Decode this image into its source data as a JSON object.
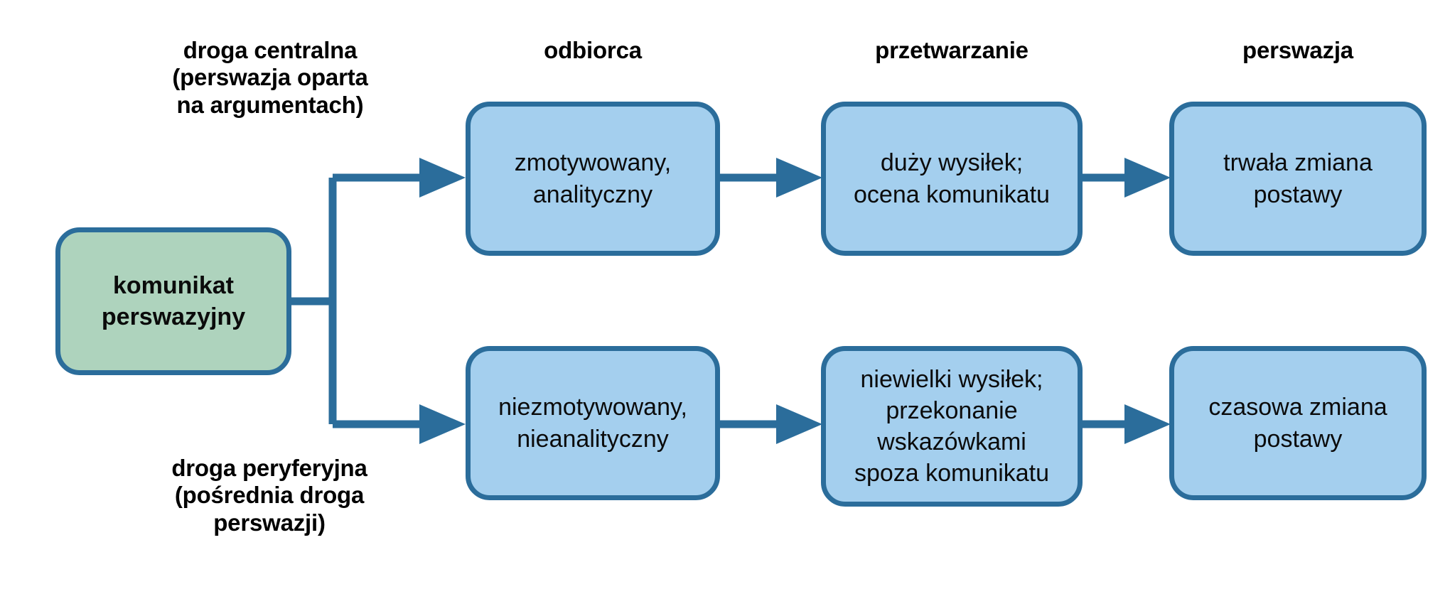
{
  "diagram": {
    "title_colors": {
      "box_border": "#2b6d9b",
      "box_fill_blue": "#a4cfee",
      "box_fill_green": "#aed3bd",
      "connector": "#2b6d9b",
      "text": "#0b0b0b"
    },
    "column_headers": [
      {
        "id": "central-route",
        "label": "droga centralna\n(perswazja oparta\nna argumentach)"
      },
      {
        "id": "odbiorca",
        "label": "odbiorca"
      },
      {
        "id": "przetwarzanie",
        "label": "przetwarzanie"
      },
      {
        "id": "perswazja",
        "label": "perswazja"
      }
    ],
    "bottom_header": {
      "id": "peripheral-route",
      "label": "droga peryferyjna\n(pośrednia droga\nperswazji)"
    },
    "source_node": {
      "id": "komunikat-perswazyjny",
      "label": "komunikat\nperswazyjny"
    },
    "central_row": [
      {
        "id": "zmotywowany-analityczny",
        "label": "zmotywowany,\nanalityczny"
      },
      {
        "id": "duzy-wysilek",
        "label": "duży wysiłek;\nocena komunikatu"
      },
      {
        "id": "trwala-zmiana-postawy",
        "label": "trwała zmiana\npostawy"
      }
    ],
    "peripheral_row": [
      {
        "id": "niezmotywowany-nieanalityczny",
        "label": "niezmotywowany,\nnieanalityczny"
      },
      {
        "id": "niewielki-wysilek",
        "label": "niewielki wysiłek;\nprzekonanie\nwskazówkami\nspoza komunikatu"
      },
      {
        "id": "czasowa-zmiana-postawy",
        "label": "czasowa zmiana\npostawy"
      }
    ]
  }
}
